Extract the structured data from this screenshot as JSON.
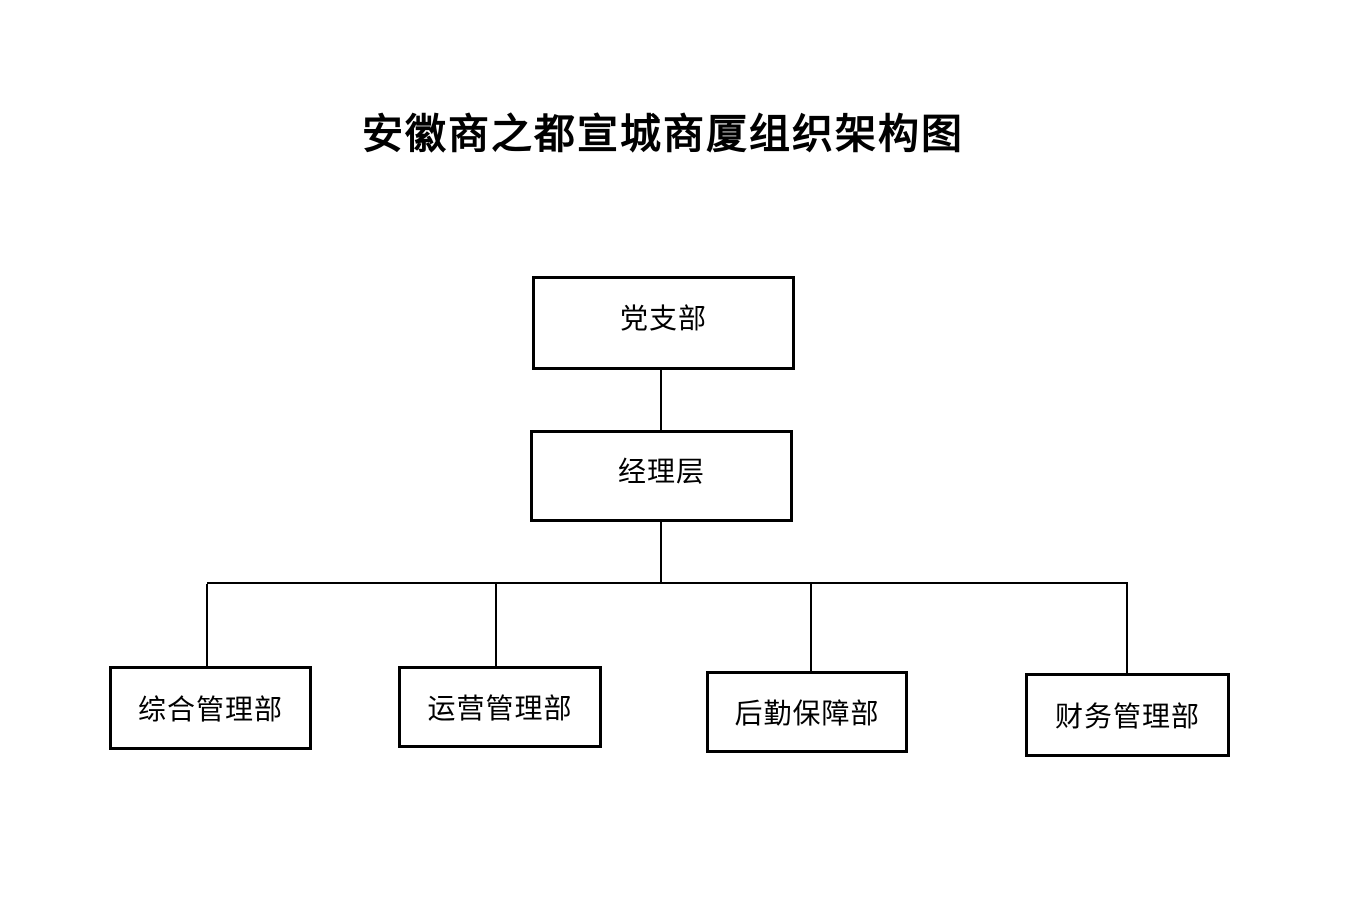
{
  "page_title": "安徽商之都宣城商厦组织架构图",
  "org_chart": {
    "root": {
      "id": "party-branch",
      "label": "党支部"
    },
    "level2": {
      "id": "management-level",
      "label": "经理层"
    },
    "departments": [
      {
        "id": "general-management-dept",
        "label": "综合管理部"
      },
      {
        "id": "operations-management-dept",
        "label": "运营管理部"
      },
      {
        "id": "logistics-support-dept",
        "label": "后勤保障部"
      },
      {
        "id": "finance-management-dept",
        "label": "财务管理部"
      }
    ]
  },
  "colors": {
    "background": "#ffffff",
    "border": "#000000",
    "line": "#000000",
    "text": "#000000"
  }
}
